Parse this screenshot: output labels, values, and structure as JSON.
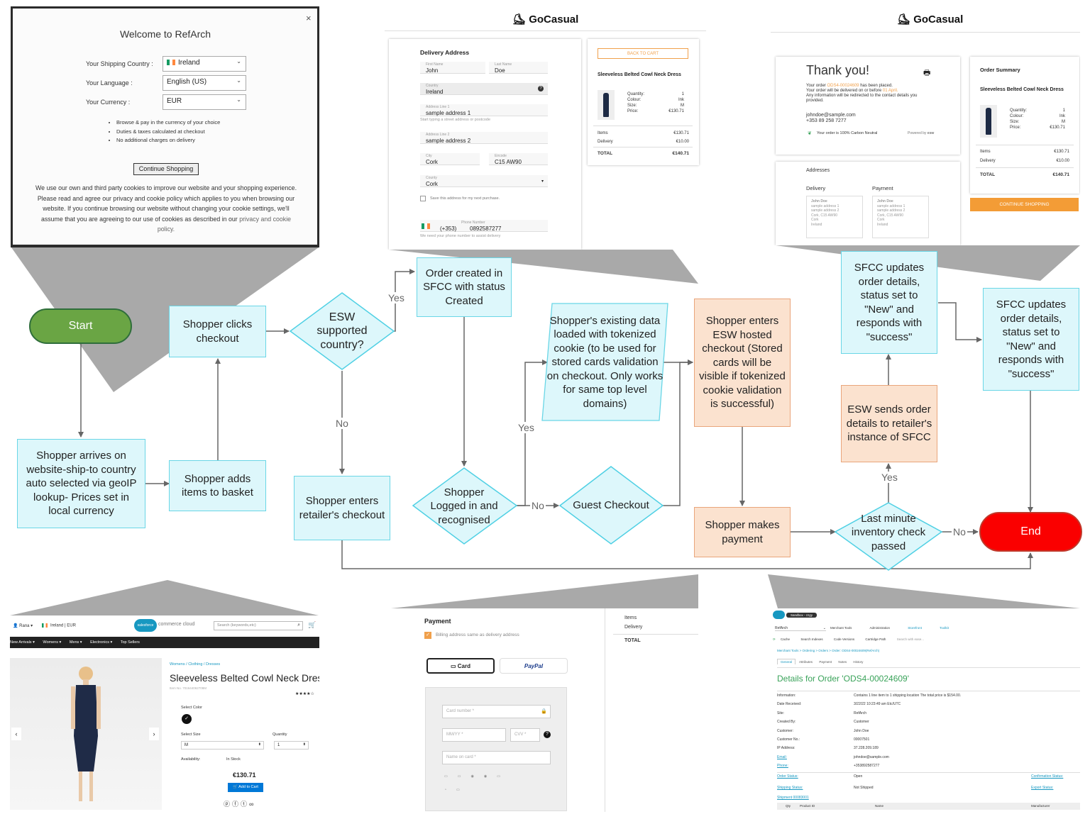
{
  "flow": {
    "start": "Start",
    "end": "End",
    "n_arrives": "Shopper arrives on website-ship-to country auto selected via geoIP lookup- Prices set in local currency",
    "n_adds": "Shopper adds items to basket",
    "n_clicks": "Shopper clicks checkout",
    "d_esw": "ESW supported country?",
    "n_retailer": "Shopper enters retailer's checkout",
    "n_order_created": "Order created in SFCC with status Created",
    "d_logged": "Shopper Logged in and recognised",
    "n_existing": "Shopper's existing data loaded with tokenized cookie (to be used for stored cards validation on checkout. Only works for same top level domains)",
    "d_guest": "Guest Checkout",
    "n_hosted": "Shopper enters ESW hosted checkout (Stored cards will be visible if tokenized cookie validation is successful)",
    "n_payment": "Shopper makes payment",
    "d_inventory": "Last minute inventory check passed",
    "n_esw_sends": "ESW sends order details to retailer's instance of SFCC",
    "n_sfcc_update_1": "SFCC updates order details, status set to \"New\" and responds with \"success\"",
    "n_sfcc_update_2": "SFCC updates order details, status set to \"New\" and responds with \"success\"",
    "labels": {
      "yes_esw": "Yes",
      "no_esw": "No",
      "yes_logged": "Yes",
      "no_logged": "No",
      "yes_inventory": "Yes",
      "no_inventory": "No"
    }
  },
  "welcome": {
    "title": "Welcome to RefArch",
    "country_label": "Your Shipping Country :",
    "country_value": "Ireland",
    "language_label": "Your Language :",
    "language_value": "English (US)",
    "currency_label": "Your Currency :",
    "currency_value": "EUR",
    "bullets": [
      "Browse & pay in the currency of your choice",
      "Duties & taxes calculated at checkout",
      "No additional charges on delivery"
    ],
    "button": "Continue Shopping",
    "cookie_text": "We use our own and third party cookies to improve our website and your shopping experience. Please read and agree our privacy and cookie policy which applies to you when browsing our website. If you continue browsing our website without changing your cookie settings, we'll assume that you are agreeing to our use of cookies as described in our",
    "cookie_link": "privacy and cookie policy."
  },
  "checkout": {
    "brand": "GoCasual",
    "delivery_title": "Delivery Address",
    "first_name_label": "First Name",
    "first_name": "John",
    "last_name_label": "Last Name",
    "last_name": "Doe",
    "country_label": "Country",
    "country": "Ireland",
    "addr1_label": "Address Line 1",
    "addr1": "sample address 1",
    "addr_hint": "Start typing a street address or postcode",
    "addr2_label": "Address Line 2",
    "addr2": "sample address 2",
    "city_label": "City",
    "city": "Cork",
    "eircode_label": "Eircode",
    "eircode": "C15 AW90",
    "county_label": "County",
    "county": "Cork",
    "save_label": "Save this address for my next purchase.",
    "phone_label": "Phone Number",
    "phone_code": "(+353)",
    "phone": "0892587277",
    "phone_hint": "We need your phone number to assist delivery",
    "back_to_cart": "BACK TO CART",
    "product": "Sleeveless Belted Cowl Neck Dress",
    "qty_label": "Quantity:",
    "qty": "1",
    "colour_label": "Colour:",
    "colour": "Ink",
    "size_label": "Size:",
    "size": "M",
    "price_label": "Price:",
    "price": "€130.71",
    "items_label": "Items",
    "items": "€130.71",
    "delivery_label": "Delivery",
    "delivery": "€10.00",
    "total_label": "TOTAL",
    "total": "€140.71"
  },
  "thanks": {
    "brand": "GoCasual",
    "title": "Thank you!",
    "l1a": "Your order",
    "order_no": "ODS4-00024609",
    "l1b": "has been placed.",
    "l2a": "Your order will be delivered on or before",
    "date": "01 April.",
    "l3": "Any information will be redirected to the contact details you provided.",
    "email": "johndoe@sample.com",
    "phone": "+353 89 258 7277",
    "carbon": "Your order is 100% Carbon Neutral",
    "powered": "Powered by",
    "esw": "esw",
    "addresses": "Addresses",
    "delivery": "Delivery",
    "payment": "Payment",
    "address_lines": [
      "John Doe",
      "sample address 1",
      "sample address 2",
      "Cork, C15 AW90",
      "Cork",
      "Ireland"
    ],
    "summary_title": "Order Summary",
    "continue": "CONTINUE SHOPPING"
  },
  "product_page": {
    "user": "Rana",
    "locale": "Ireland | EUR",
    "logo": "salesforce",
    "cloud": "commerce cloud",
    "search_placeholder": "Search (keywords,etc)",
    "nav": [
      "New Arrivals ▾",
      "Womens ▾",
      "Mens ▾",
      "Electronics ▾",
      "Top Sellers"
    ],
    "breadcrumb": [
      "Womens",
      "Clothing",
      "Dresses"
    ],
    "title": "Sleeveless Belted Cowl Neck Dress",
    "item_no": "Item No. 701644062708M",
    "rating": "★★★★☆",
    "select_color": "Select Color",
    "select_size": "Select Size",
    "size": "M",
    "quantity_label": "Quantity",
    "quantity": "1",
    "availability_label": "Availability:",
    "availability": "In Stock",
    "price": "€130.71",
    "add_to_cart": "Add to Cart"
  },
  "payment": {
    "title": "Payment",
    "billing": "Billing address same as delivery address",
    "card_tab": "Card",
    "paypal_tab": "PayPal",
    "card_number": "Card number *",
    "mmyy": "MM/YY *",
    "cvv": "CVV *",
    "name_on_card": "Name on card *",
    "items": "Items",
    "delivery": "Delivery",
    "total": "TOTAL"
  },
  "admin": {
    "sandbox": "Sandbox - zzgy",
    "site": "RefArch",
    "menus": [
      "Merchant Tools",
      "Administration",
      "Storefront",
      "Toolkit"
    ],
    "tools": [
      "Cache",
      "Search Indexes",
      "Code Versions",
      "Cartridge Path"
    ],
    "search": "Search with ease...",
    "crumb": "Merchant Tools > Ordering > Orders > Order: ODS4-00024609(RefArch)",
    "tabs": [
      "General",
      "Attributes",
      "Payment",
      "Notes",
      "History"
    ],
    "heading": "Details for Order 'ODS4-00024609'",
    "rows": [
      [
        "Information:",
        "Contains 1 line item to 1 shipping location The total price is $154.00."
      ],
      [
        "Date Received:",
        "3/22/22 10:23:49 am Etc/UTC"
      ],
      [
        "Site:",
        "RefArch"
      ],
      [
        "Created By:",
        "Customer"
      ],
      [
        "Customer:",
        "John Doe"
      ],
      [
        "Customer No.:",
        "00007501"
      ],
      [
        "IP Address:",
        "37.228.209.189"
      ],
      [
        "Email:",
        "johndoe@sample.com"
      ],
      [
        "Phone:",
        "+353892587277"
      ]
    ],
    "order_status_label": "Order Status:",
    "order_status": "Open",
    "confirmation_label": "Confirmation Status:",
    "shipping_status_label": "Shipping Status:",
    "shipping_status": "Not Shipped",
    "export_label": "Export Status:",
    "shipment": "Shipment 00083001",
    "table_headers": [
      "Qty",
      "Product ID",
      "Name",
      "Manufacturer"
    ]
  }
}
